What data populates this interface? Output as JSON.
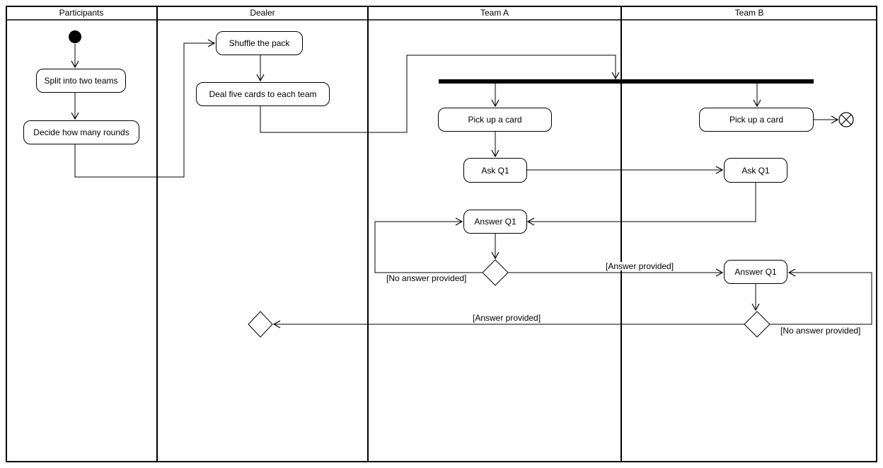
{
  "lanes": [
    {
      "title": "Participants"
    },
    {
      "title": "Dealer"
    },
    {
      "title": "Team A"
    },
    {
      "title": "Team B"
    }
  ],
  "nodes": {
    "split_into_teams": "Split into two teams",
    "decide_rounds": "Decide how many rounds",
    "shuffle_pack": "Shuffle the pack",
    "deal_cards": "Deal five cards to each team",
    "pick_card_team_a": "Pick up a card",
    "ask_q1_team_a": "Ask Q1",
    "answer_q1_team_a": "Answer Q1",
    "pick_card_team_b": "Pick up a card",
    "ask_q1_team_b": "Ask Q1",
    "answer_q1_team_b": "Answer Q1"
  },
  "guards": {
    "team_a_no_answer": "[No answer provided]",
    "team_a_answer_provided": "[Answer provided]",
    "bottom_answer_provided": "[Answer provided]",
    "team_b_no_answer": "[No answer provided]"
  },
  "colors": {
    "line": "#000000",
    "background": "#ffffff",
    "node_fill": "#ffffff"
  }
}
